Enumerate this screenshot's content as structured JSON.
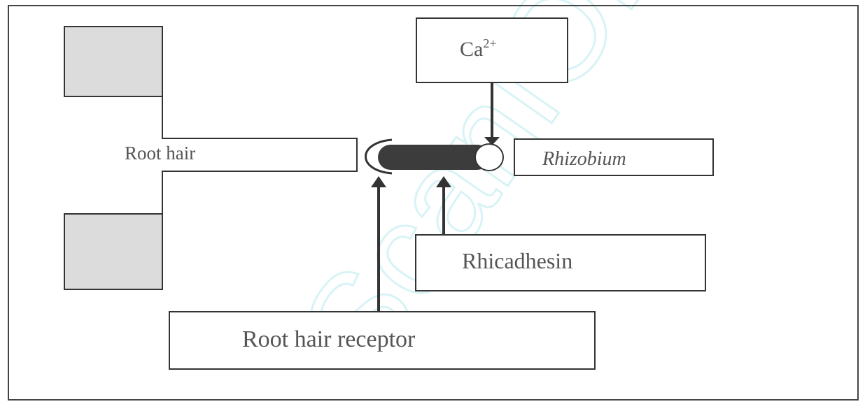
{
  "labels": {
    "root_hair": "Root hair",
    "calcium_base": "Ca",
    "calcium_charge": "2+",
    "rhizobium": "Rhizobium",
    "rhicadhesin": "Rhicadhesin",
    "root_hair_receptor": "Root hair receptor"
  },
  "watermark": {
    "text": "ScanIOPD"
  },
  "colors": {
    "outline": "#333333",
    "text": "#555555",
    "shaded_block": "#dcdcdc",
    "bacterium": "#3c3c3c",
    "watermark": "#d8f3f6"
  }
}
